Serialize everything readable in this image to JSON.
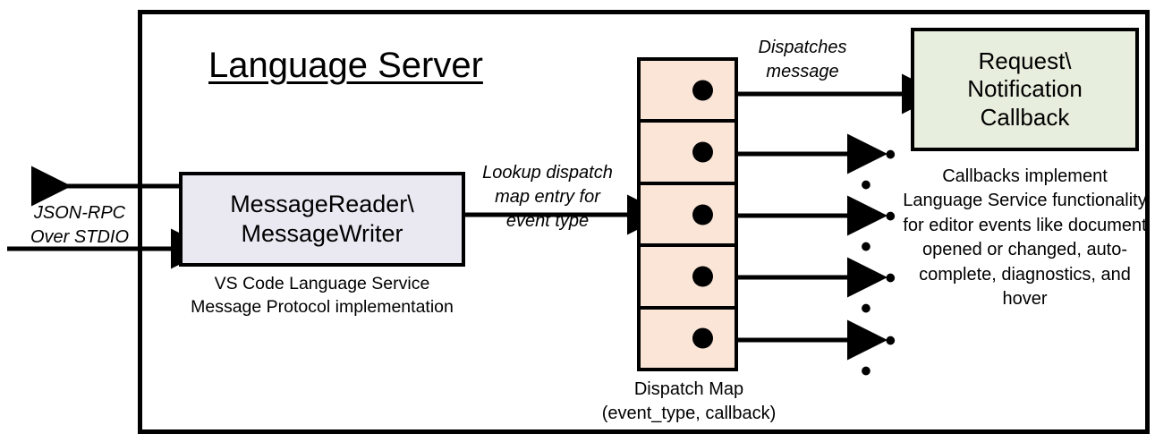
{
  "diagram": {
    "title": "Language Server",
    "frame_label": "language-server-boundary"
  },
  "message_node": {
    "line1": "MessageReader\\",
    "line2": "MessageWriter",
    "caption_line1": "VS Code Language Service",
    "caption_line2": "Message Protocol implementation",
    "fill": "#eae9f2"
  },
  "dispatch_map": {
    "caption_line1": "Dispatch Map",
    "caption_line2": "(event_type, callback)",
    "fill": "#fae5d7",
    "rows": [
      {
        "dot": "callback-dot"
      },
      {
        "dot": "callback-dot"
      },
      {
        "dot": "callback-dot"
      },
      {
        "dot": "callback-dot"
      },
      {
        "dot": "callback-dot"
      }
    ]
  },
  "callback_node": {
    "line1": "Request\\",
    "line2": "Notification",
    "line3": "Callback",
    "fill": "#e8eede",
    "caption": "Callbacks implement Language Service functionality for editor events like document opened or changed, auto-complete, diagnostics, and hover"
  },
  "edges": {
    "jsonrpc_line1": "JSON-RPC",
    "jsonrpc_line2": "Over STDIO",
    "lookup_line1": "Lookup dispatch",
    "lookup_line2": "map entry for",
    "lookup_line3": "event type",
    "dispatches_line1": "Dispatches",
    "dispatches_line2": "message",
    "ellipsis": "• • •"
  },
  "colors": {
    "stroke": "#000000",
    "background": "#ffffff"
  }
}
